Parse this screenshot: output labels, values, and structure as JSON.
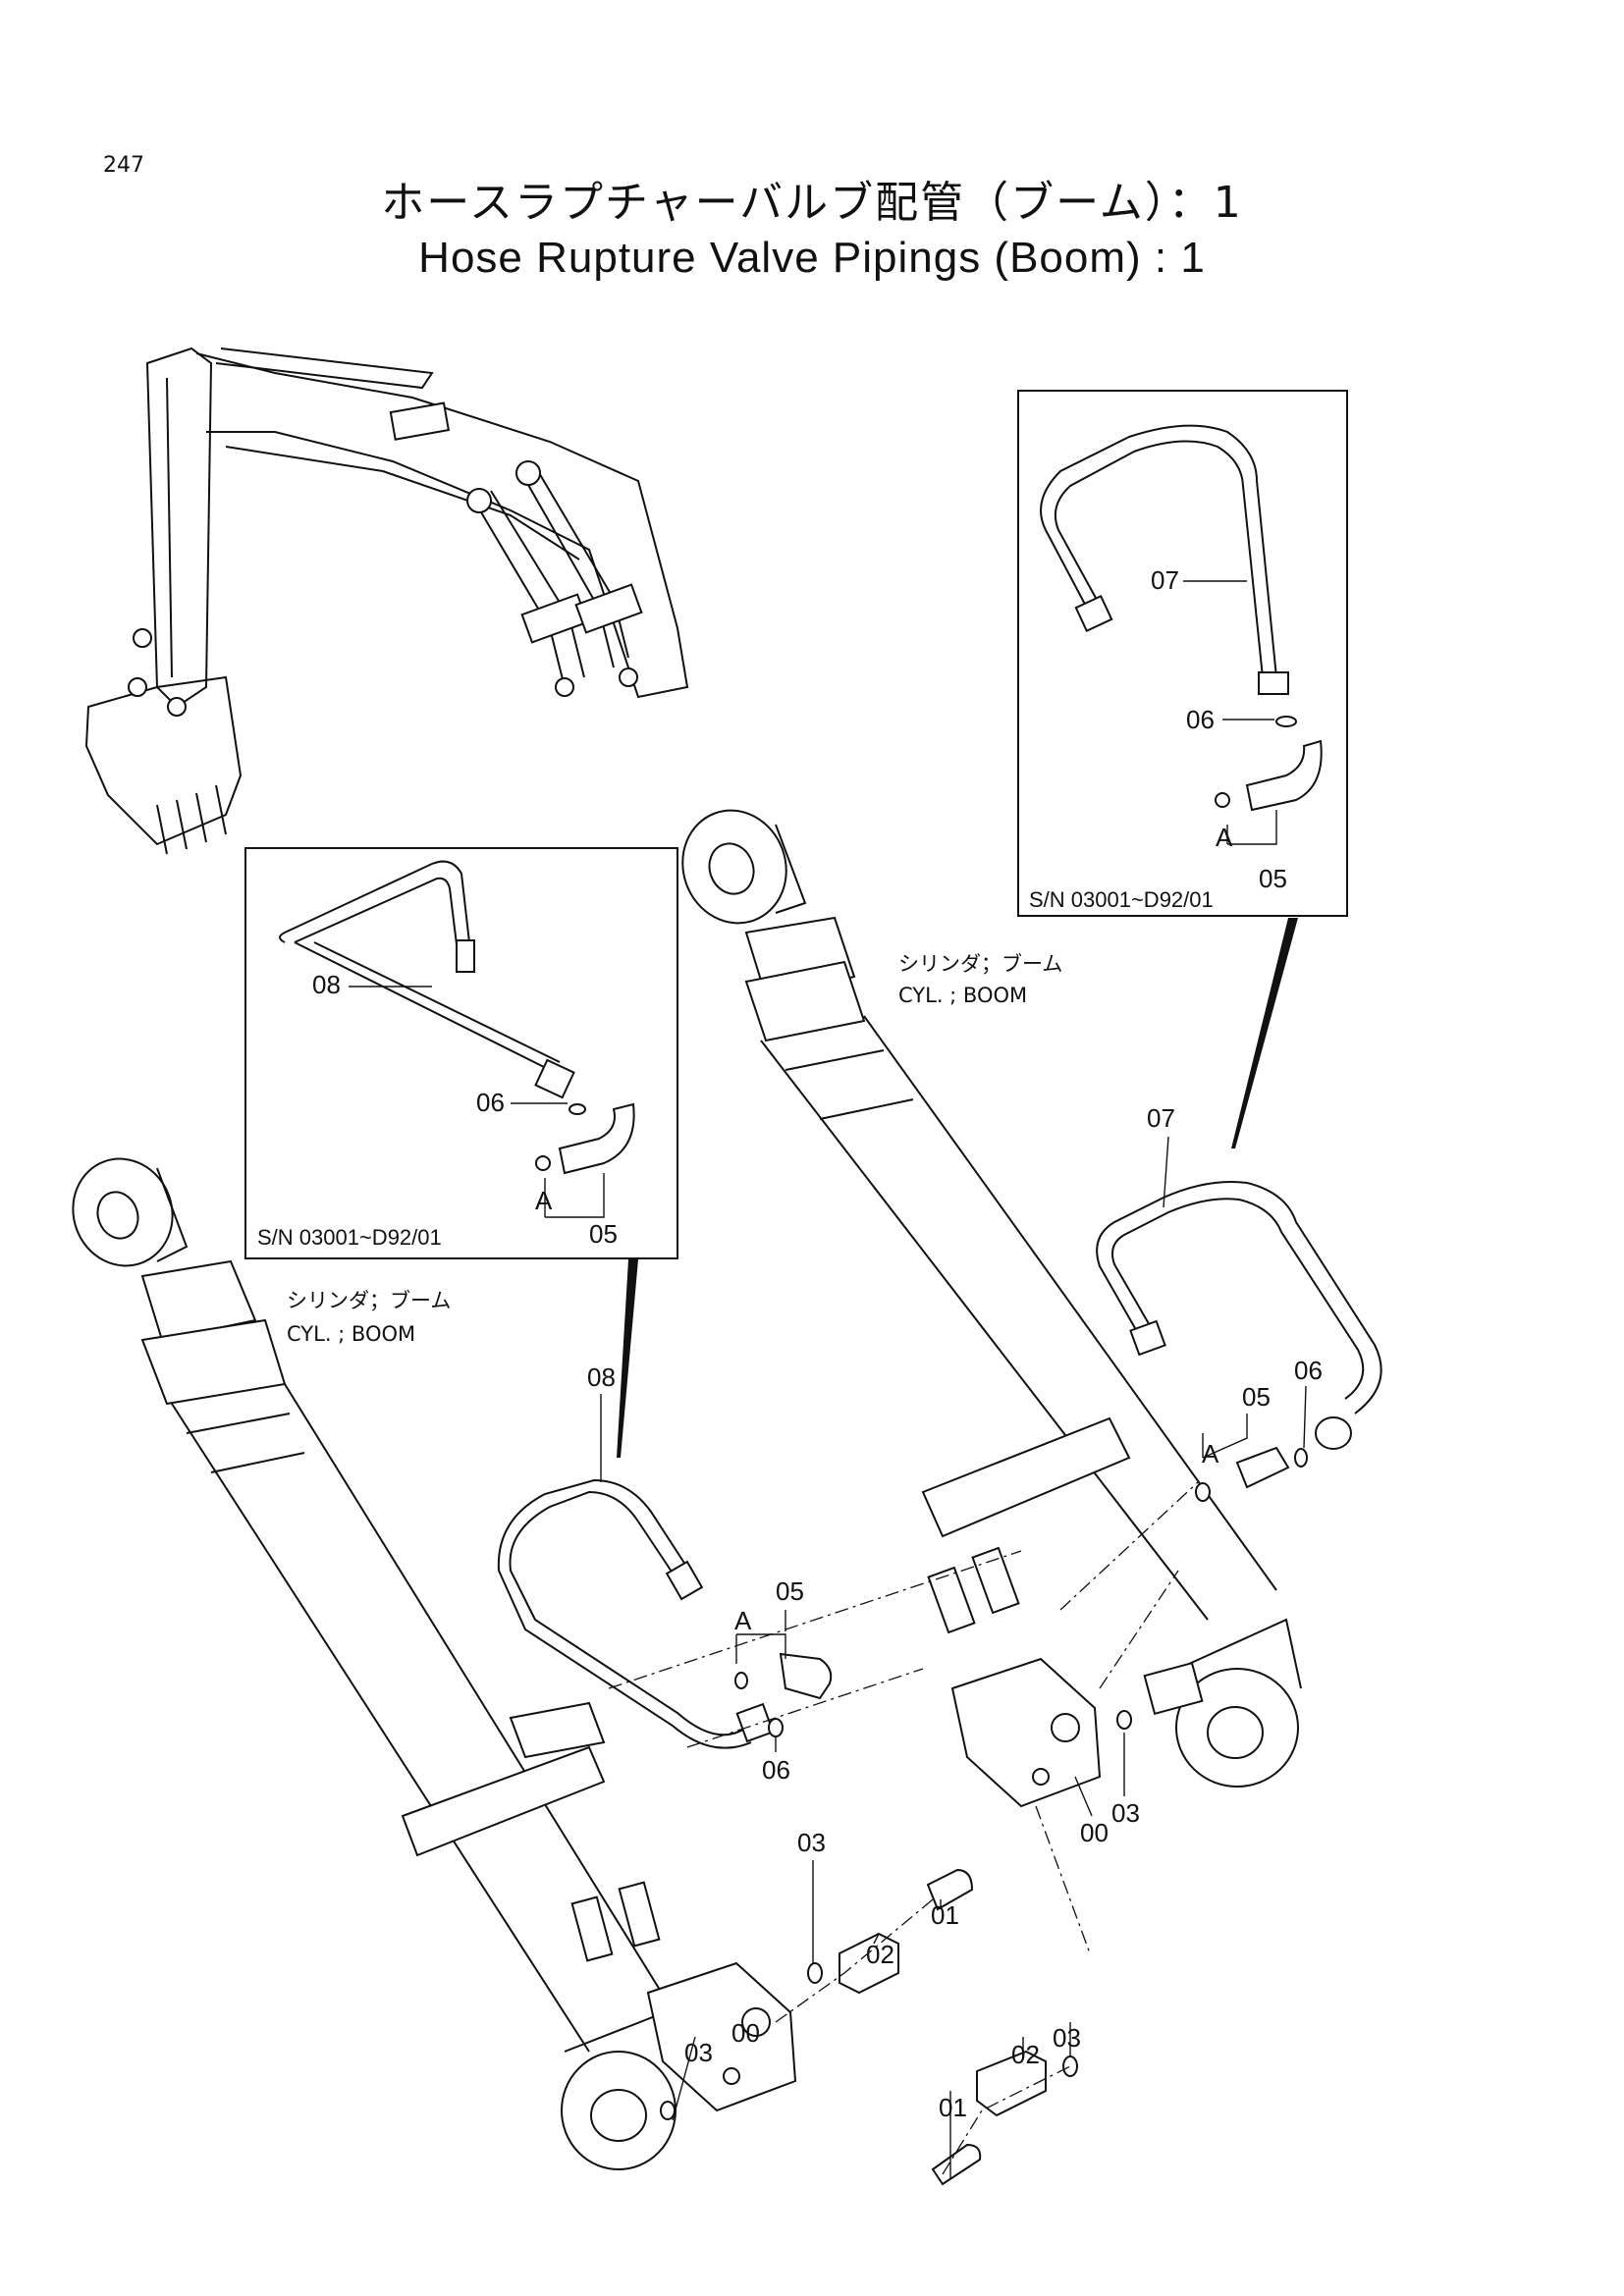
{
  "page_number": "247",
  "title_ja": "ホースラプチャーバルブ配管（ブーム）：1",
  "title_en": "Hose Rupture Valve Pipings (Boom) : 1",
  "serial_left": "S/N 03001~D92/01",
  "serial_right": "S/N 03001~D92/01",
  "cylinder_ja": "シリンダ；ブーム",
  "cylinder_en": "CYL. ; BOOM",
  "detail_ref": "A",
  "parts": {
    "p00": "00",
    "p01": "01",
    "p02": "02",
    "p03": "03",
    "p05": "05",
    "p06": "06",
    "p07": "07",
    "p08": "08"
  }
}
